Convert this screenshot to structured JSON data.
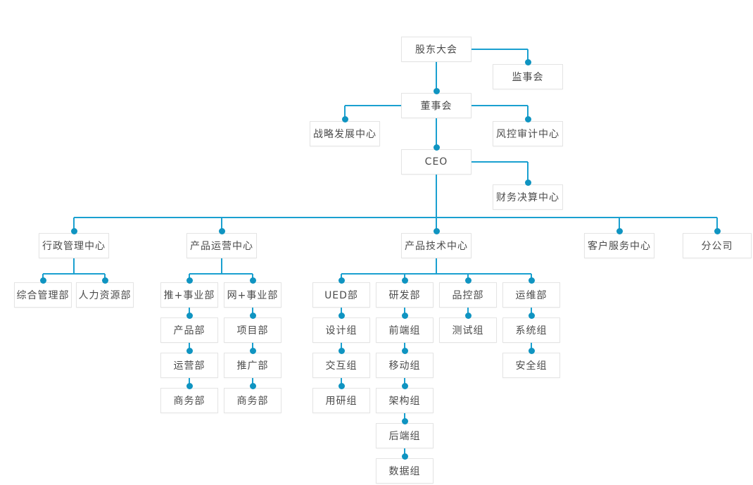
{
  "diagram": {
    "type": "org-chart",
    "colors": {
      "line": "#1aa0d0",
      "dot": "#0f94c1",
      "box_border": "#e4e4e4",
      "box_background": "#ffffff",
      "text": "#4b4b4b",
      "page_background": "#ffffff"
    }
  },
  "nodes": {
    "shareholders": "股东大会",
    "supervisory": "监事会",
    "board": "董事会",
    "strategy": "战略发展中心",
    "risk": "风控审计中心",
    "ceo": "CEO",
    "finance": "财务决算中心",
    "admin_center": "行政管理中心",
    "product_ops_center": "产品运营中心",
    "product_tech_center": "产品技术中心",
    "customer_service_center": "客户服务中心",
    "branch": "分公司",
    "general_admin": "综合管理部",
    "hr": "人力资源部",
    "tui_division": "推+事业部",
    "wang_division": "网+事业部",
    "product_dept": "产品部",
    "operations_dept": "运营部",
    "business_dept_tui": "商务部",
    "project_dept": "项目部",
    "promotion_dept": "推广部",
    "business_dept_wang": "商务部",
    "ued_dept": "UED部",
    "rd_dept": "研发部",
    "qc_dept": "品控部",
    "ops_dept": "运维部",
    "design_group": "设计组",
    "interaction_group": "交互组",
    "user_research_group": "用研组",
    "frontend_group": "前端组",
    "mobile_group": "移动组",
    "architecture_group": "架构组",
    "backend_group": "后端组",
    "data_group": "数据组",
    "test_group": "测试组",
    "system_group": "系统组",
    "security_group": "安全组"
  },
  "org_tree": {
    "label": "股东大会",
    "children": [
      {
        "label": "监事会"
      },
      {
        "label": "董事会",
        "children": [
          {
            "label": "战略发展中心"
          },
          {
            "label": "风控审计中心"
          },
          {
            "label": "CEO",
            "children": [
              {
                "label": "财务决算中心"
              },
              {
                "label": "行政管理中心",
                "children": [
                  {
                    "label": "综合管理部"
                  },
                  {
                    "label": "人力资源部"
                  }
                ]
              },
              {
                "label": "产品运营中心",
                "children": [
                  {
                    "label": "推+事业部",
                    "children": [
                      {
                        "label": "产品部"
                      },
                      {
                        "label": "运营部"
                      },
                      {
                        "label": "商务部"
                      }
                    ]
                  },
                  {
                    "label": "网+事业部",
                    "children": [
                      {
                        "label": "项目部"
                      },
                      {
                        "label": "推广部"
                      },
                      {
                        "label": "商务部"
                      }
                    ]
                  }
                ]
              },
              {
                "label": "产品技术中心",
                "children": [
                  {
                    "label": "UED部",
                    "children": [
                      {
                        "label": "设计组"
                      },
                      {
                        "label": "交互组"
                      },
                      {
                        "label": "用研组"
                      }
                    ]
                  },
                  {
                    "label": "研发部",
                    "children": [
                      {
                        "label": "前端组"
                      },
                      {
                        "label": "移动组"
                      },
                      {
                        "label": "架构组"
                      },
                      {
                        "label": "后端组"
                      },
                      {
                        "label": "数据组"
                      }
                    ]
                  },
                  {
                    "label": "品控部",
                    "children": [
                      {
                        "label": "测试组"
                      }
                    ]
                  },
                  {
                    "label": "运维部",
                    "children": [
                      {
                        "label": "系统组"
                      },
                      {
                        "label": "安全组"
                      }
                    ]
                  }
                ]
              },
              {
                "label": "客户服务中心"
              },
              {
                "label": "分公司"
              }
            ]
          }
        ]
      }
    ]
  }
}
